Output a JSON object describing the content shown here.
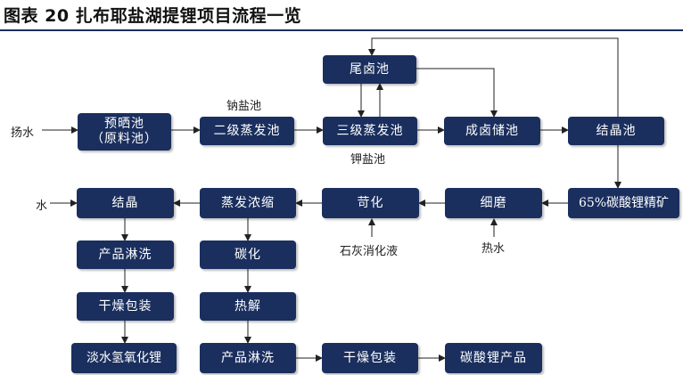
{
  "title": "图表 20 扎布耶盐湖提锂项目流程一览",
  "nodes": {
    "weilu": "尾卤池",
    "yushai": "预晒池\n（原料池）",
    "erji": "二级蒸发池",
    "sanji": "三级蒸发池",
    "chenglu": "成卤储池",
    "jiejingchi": "结晶池",
    "jingkuang": "65%碳酸锂精矿",
    "xima": "细磨",
    "gouhua": "苛化",
    "zhengfa": "蒸发浓缩",
    "jiejing": "结晶",
    "linxi1": "产品淋洗",
    "ganzao1": "干燥包装",
    "qingyanghua": "淡水氢氧化锂",
    "tanhua": "碳化",
    "rejie": "热解",
    "linxi2": "产品淋洗",
    "ganzao2": "干燥包装",
    "product": "碳酸锂产品"
  },
  "labels": {
    "yangshui": "扬水",
    "nayanchi": "钠盐池",
    "jiayanchi": "钾盐池",
    "shui": "水",
    "shihui": "石灰消化液",
    "reshui": "热水"
  }
}
